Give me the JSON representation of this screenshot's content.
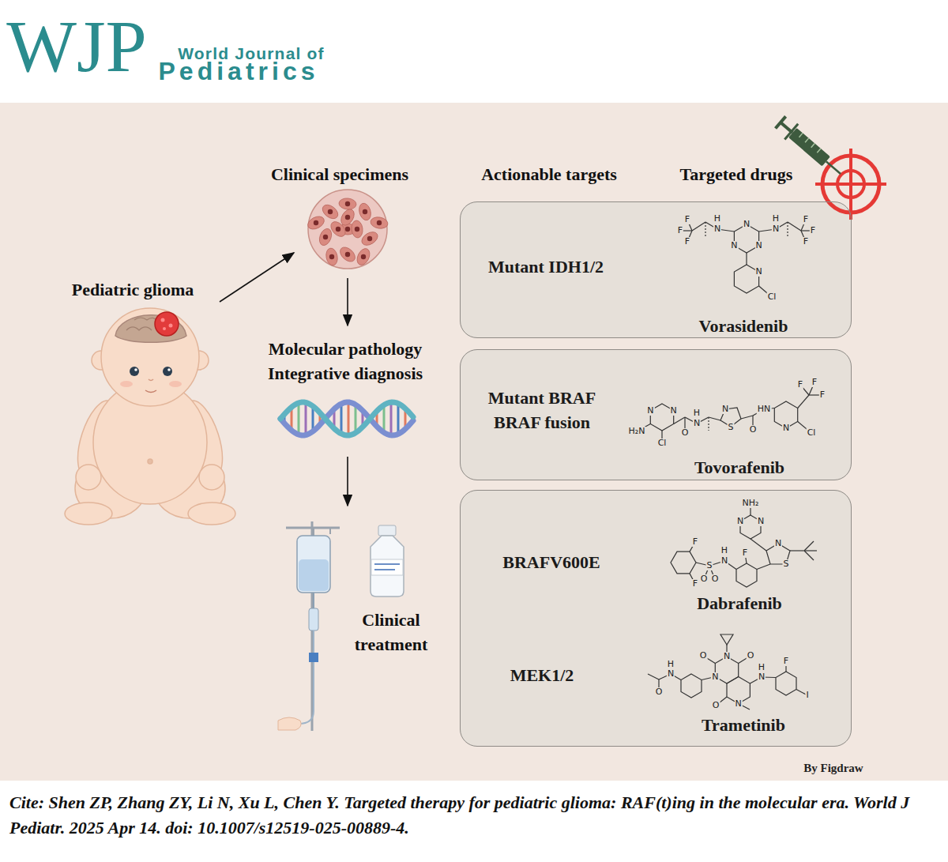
{
  "diagram": {
    "caption": "Cite: Shen ZP, Zhang ZY, Li N, Xu L, Chen Y. Targeted therapy for pediatric glioma: RAF(t)ing in the molecular era. World J Pediatr. 2025 Apr 14. doi: 10.1007/s12519-025-00889-4.",
    "nodes": [
      {
        "text": [
          "Mutant IDH1/2",
          "Vorasidenib"
        ]
      },
      {
        "text": [
          "Mutant BRAF BRAF fusion",
          "Tovorafenib"
        ]
      },
      {
        "text": [
          "BRAFV600E",
          "Dabrafenib",
          "MEK1/2",
          "Trametinib"
        ]
      }
    ],
    "labels": [
      "WJP",
      "World Journal of",
      "Pediatrics",
      "Clinical specimens",
      "Actionable targets",
      "Targeted drugs",
      "Pediatric glioma",
      "Molecular pathology Integrative diagnosis",
      "Clinical treatment",
      "By Figdraw",
      "F",
      "F",
      "F",
      "H",
      "N",
      "N",
      "N",
      "N",
      "H",
      "N",
      "F",
      "F",
      "F",
      "N",
      "Cl",
      "N",
      "N",
      "H₂N",
      "Cl",
      "O",
      "H",
      "N",
      "N",
      "S",
      "O",
      "HN",
      "N",
      "F",
      "F",
      "F",
      "Cl",
      "NH₂",
      "N",
      "N",
      "N",
      "S",
      "F",
      "H",
      "N",
      "S",
      "O",
      "O",
      "F",
      "F",
      "N",
      "O",
      "O",
      "N",
      "H",
      "N",
      "N",
      "O",
      "H",
      "N",
      "O",
      "F",
      "I"
    ]
  }
}
